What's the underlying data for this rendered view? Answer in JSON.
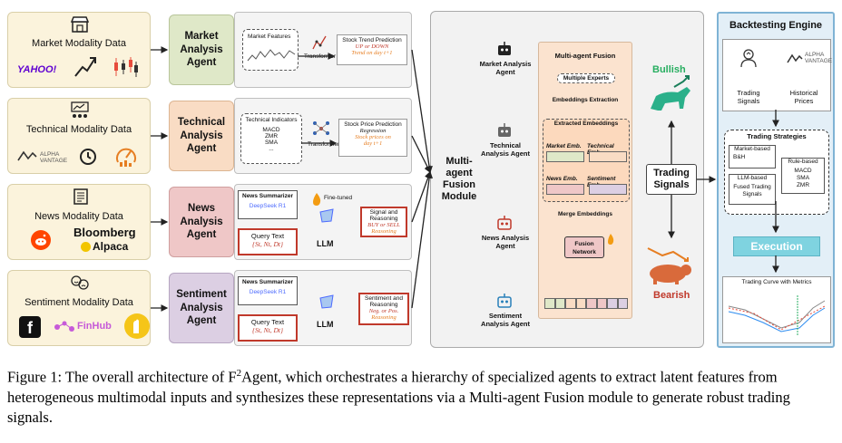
{
  "modalities": [
    {
      "label": "Market Modality Data",
      "icon": "store-icon",
      "logos": [
        "YAHOO!",
        "growth-chart-icon",
        "candlestick-icon"
      ]
    },
    {
      "label": "Technical Modality Data",
      "icon": "analytics-icon",
      "logos": [
        "ALPHA VANTAGE",
        "history-icon",
        "gauge-icon"
      ]
    },
    {
      "label": "News Modality Data",
      "icon": "newspaper-icon",
      "logos": [
        "reddit-icon",
        "Bloomberg",
        "Alpaca"
      ]
    },
    {
      "label": "Sentiment Modality Data",
      "icon": "emotion-icon",
      "logos": [
        "facebook-icon",
        "FinHub",
        "hand-icon"
      ]
    }
  ],
  "agents": [
    {
      "name": "Market Analysis Agent",
      "color": "#dfe8c8"
    },
    {
      "name": "Technical Analysis Agent",
      "color": "#f9dcc4"
    },
    {
      "name": "News Analysis Agent",
      "color": "#efc7c7"
    },
    {
      "name": "Sentiment Analysis Agent",
      "color": "#dccfe3"
    }
  ],
  "market_panel": {
    "features": "Market Features",
    "transformer": "Transformer",
    "out_title": "Stock Trend Prediction",
    "out_line1": "UP or DOWN",
    "out_line2": "Trend on day t+1"
  },
  "technical_panel": {
    "indicators_title": "Technical Indicators",
    "indicators": [
      "MACD",
      "ZMR",
      "SMA",
      "..."
    ],
    "transformer": "Transformer",
    "out_title": "Stock Price Prediction",
    "out_line1": "Regression",
    "out_line2": "Stock prices on",
    "out_line3": "day t+1"
  },
  "news_panel": {
    "summarizer": "News Summarizer",
    "deepseek": "DeepSeek R1",
    "fine_tuned": "Fine-tuned",
    "query": "Query Text",
    "query_vars": "{St, Nt, Dt}",
    "llm": "LLM",
    "out_title": "Signal and Reasoning",
    "out_line1": "BUY or SELL",
    "out_line2": "Reasoning"
  },
  "sentiment_panel": {
    "summarizer": "News Summarizer",
    "deepseek": "DeepSeek R1",
    "query": "Query Text",
    "query_vars": "{St, Nt, Dt}",
    "llm": "LLM",
    "out_title": "Sentiment and Reasoning",
    "out_line1": "Neg. or Pos.",
    "out_line2": "Reasoning"
  },
  "fusion": {
    "module_label": "Multi-agent Fusion Module",
    "title": "Multi-agent Fusion",
    "experts": "Multiple Experts",
    "extraction": "Embeddings Extraction",
    "extracted": "Extracted Embeddings",
    "emb": [
      "Market Emb.",
      "Technical Emb.",
      "News Emb.",
      "Sentiment Emb."
    ],
    "merge": "Merge Embeddings",
    "network": "Fusion Network",
    "robot_labels": [
      "Market Analysis Agent",
      "Technical Analysis Agent",
      "News Analysis Agent",
      "Sentiment Analysis Agent"
    ]
  },
  "signals": {
    "bullish": "Bullish",
    "bearish": "Bearish",
    "trading_signals": "Trading Signals"
  },
  "backtesting": {
    "title": "Backtesting Engine",
    "inputs": [
      "Trading Signals",
      "Historical Prices"
    ],
    "alpha": "ALPHA VANTAGE",
    "strategies_title": "Trading Strategies",
    "market_based": "Market-based",
    "bh": "B&H",
    "llm_based": "LLM-based",
    "fused": "Fused Trading Signals",
    "rule_based": "Rule-based",
    "rule_items": "MACD SMA ZMR",
    "execution": "Execution",
    "curve_title": "Trading Curve with Metrics"
  },
  "caption": {
    "prefix": "Figure 1: The overall architecture of F",
    "sup": "2",
    "rest": "Agent, which orchestrates a hierarchy of specialized agents to extract latent features from heterogeneous multimodal inputs and synthesizes these representations via a Multi-agent Fusion module to generate robust trading signals."
  }
}
